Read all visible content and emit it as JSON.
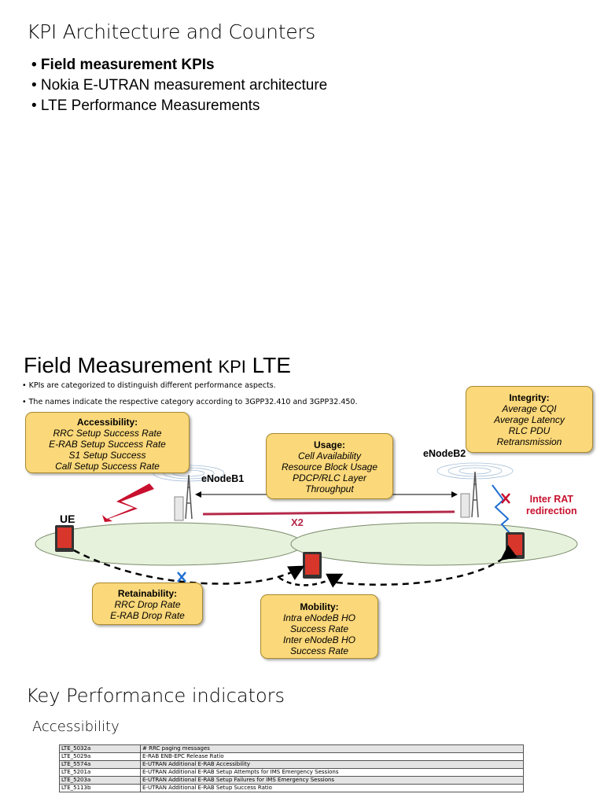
{
  "slide1": {
    "title": "KPI Architecture and Counters",
    "bullets": [
      {
        "text": "• Field measurement KPIs",
        "bold": true
      },
      {
        "text": "• Nokia E-UTRAN measurement architecture",
        "bold": false
      },
      {
        "text": "• LTE Performance Measurements",
        "bold": false
      }
    ]
  },
  "slide2": {
    "title_part1": "Field Measurement ",
    "title_part2": "KPI",
    "title_part3": " LTE",
    "notes": [
      "•    KPIs are categorized to distinguish different performance aspects.",
      "•    The names indicate the respective category according to 3GPP32.410 and 3GPP32.450."
    ],
    "labels": {
      "enodeb1": "eNodeB1",
      "enodeb2": "eNodeB2",
      "ue": "UE",
      "x2": "X2",
      "inter_rat_1": "Inter RAT",
      "inter_rat_2": "redirection"
    },
    "boxes": {
      "accessibility": {
        "header": "Accessibility:",
        "lines": [
          "RRC Setup Success Rate",
          "E-RAB Setup Success Rate",
          "S1 Setup Success",
          "Call Setup Success Rate"
        ]
      },
      "usage": {
        "header": "Usage:",
        "lines": [
          "Cell Availability",
          "Resource Block Usage",
          "PDCP/RLC Layer",
          "Throughput"
        ]
      },
      "integrity": {
        "header": "Integrity:",
        "lines": [
          "Average CQI",
          "Average Latency",
          "RLC PDU",
          "Retransmission"
        ]
      },
      "retainability": {
        "header": "Retainability:",
        "lines": [
          "RRC Drop Rate",
          "E-RAB Drop Rate"
        ]
      },
      "mobility": {
        "header": "Mobility:",
        "lines": [
          "Intra eNodeB HO",
          "Success Rate",
          "Inter eNodeB HO",
          "Success Rate"
        ]
      }
    },
    "colors": {
      "box_fill": "#fbd87a",
      "x2_line": "#b5294a",
      "ellipse": "#e6f2dc",
      "inter_rat": "#c8102e",
      "cross": "#1f6fd1"
    }
  },
  "slide3": {
    "title": "Key Performance indicators",
    "subtitle": "Accessibility",
    "rows": [
      [
        "LTE_5032a",
        "# RRC paging messages"
      ],
      [
        "LTE_5029a",
        "E-RAB ENB-EPC Release Ratio"
      ],
      [
        "LTE_5574a",
        "E-UTRAN Additional E-RAB Accessibility"
      ],
      [
        "LTE_5201a",
        "E-UTRAN Additional E-RAB Setup Attempts for IMS Emergency Sessions"
      ],
      [
        "LTE_5203a",
        "E-UTRAN Additional E-RAB Setup Failures for IMS Emergency Sessions"
      ],
      [
        "LTE_5113b",
        "E-UTRAN Additional E-RAB Setup Success Ratio"
      ]
    ]
  }
}
